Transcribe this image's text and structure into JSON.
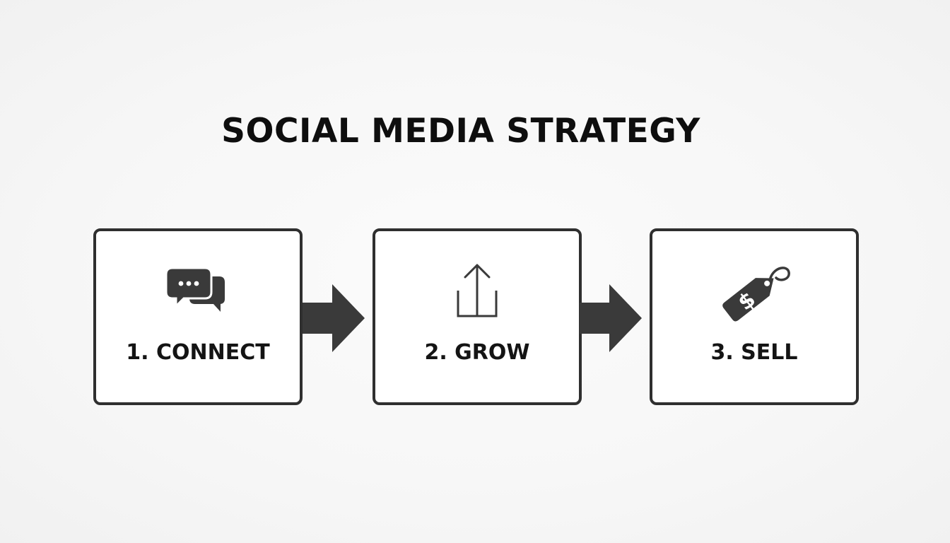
{
  "title": "SOCIAL MEDIA STRATEGY",
  "steps": [
    {
      "label": "1. CONNECT",
      "icon": "chat-bubbles-icon"
    },
    {
      "label": "2. GROW",
      "icon": "upload-icon"
    },
    {
      "label": "3. SELL",
      "icon": "price-tag-icon",
      "icon_text": "$"
    }
  ],
  "connectors": [
    "arrow-right-icon",
    "arrow-right-icon"
  ],
  "colors": {
    "background": "#f6f6f6",
    "box_border": "#2f2f2f",
    "icon": "#3a3a3a",
    "text": "#141414"
  }
}
